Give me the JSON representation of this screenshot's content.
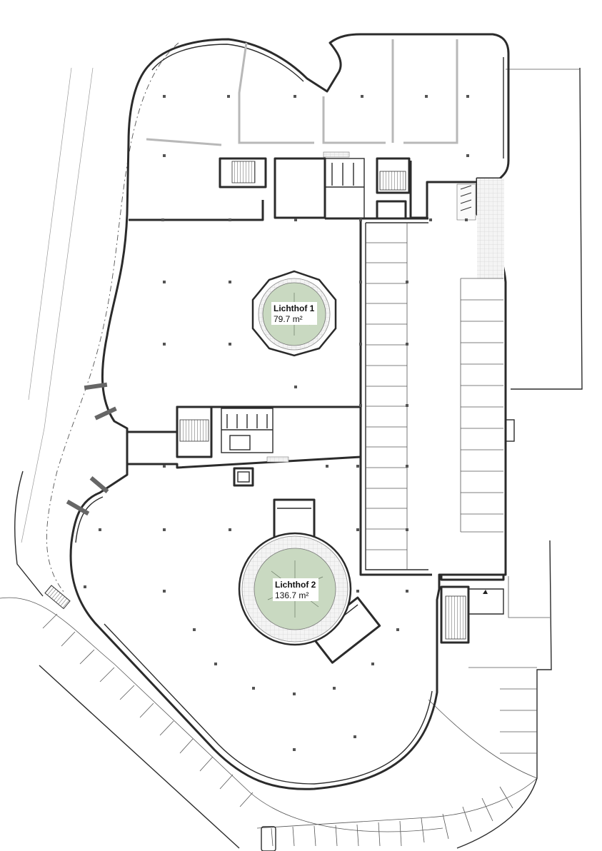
{
  "plan": {
    "courtyards": [
      {
        "id": "lichthof-1",
        "name": "Lichthof 1",
        "area": "79.7 m²"
      },
      {
        "id": "lichthof-2",
        "name": "Lichthof 2",
        "area": "136.7 m²"
      }
    ],
    "colors": {
      "courtyard_fill": "#c9d9c1",
      "courtyard_ring": "#e3e3e3",
      "wall": "#2b2b2b"
    }
  }
}
